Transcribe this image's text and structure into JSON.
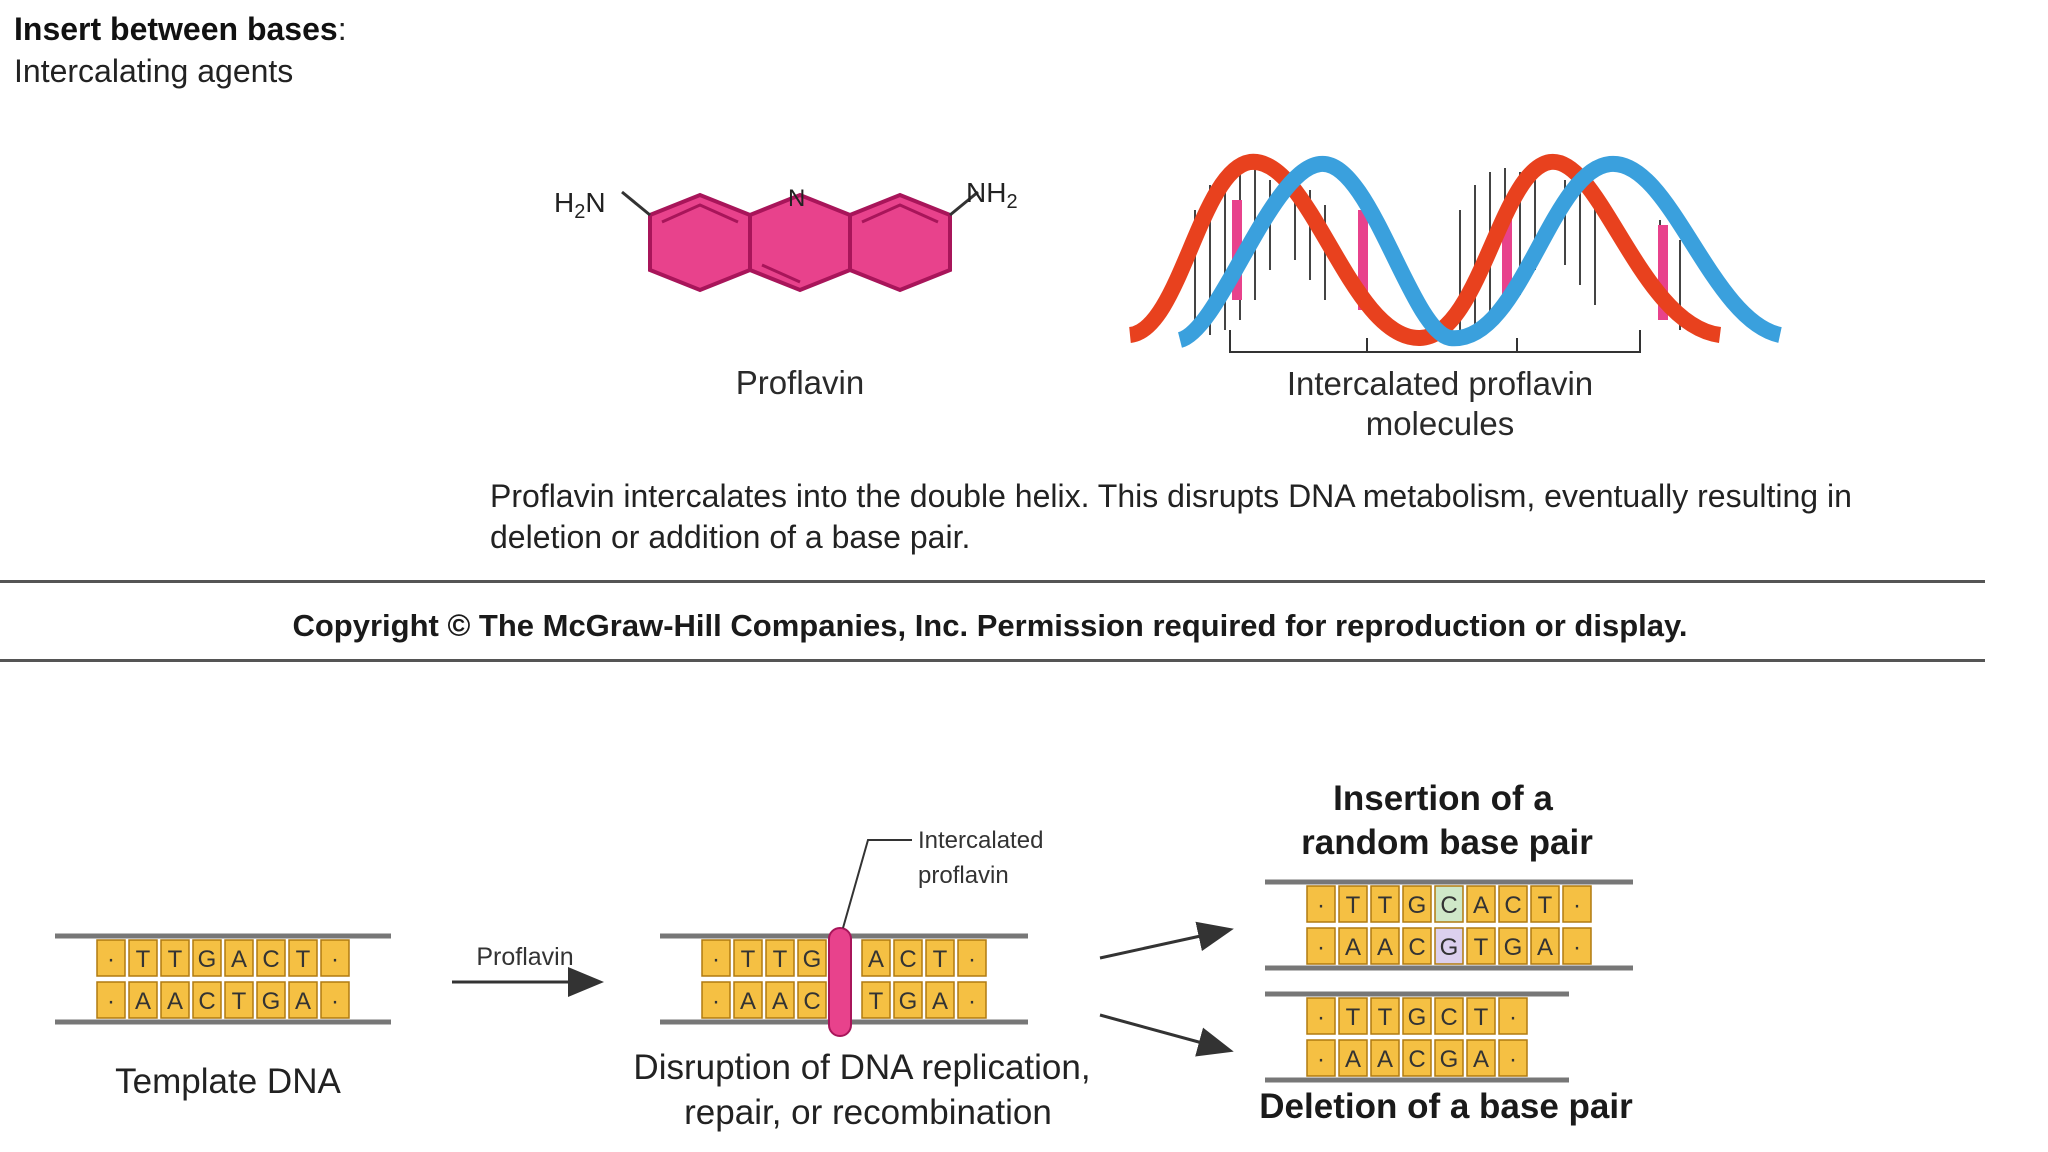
{
  "header": {
    "title": "Insert between bases",
    "title_suffix": ":",
    "subtitle": "Intercalating agents"
  },
  "molecule": {
    "left_group": "H2N",
    "right_group": "NH2",
    "ring_atom": "N",
    "caption": "Proflavin",
    "color": "#e8428c"
  },
  "helix": {
    "caption_line1": "Intercalated proflavin",
    "caption_line2": "molecules",
    "strand_colors": [
      "#e8411e",
      "#3aa0dd"
    ]
  },
  "description": {
    "line1": "Proflavin intercalates into the double helix. This disrupts DNA metabolism, eventually resulting in",
    "line2": "deletion or addition of a base pair."
  },
  "copyright": "Copyright © The McGraw-Hill Companies, Inc. Permission required for reproduction or display.",
  "steps": {
    "template": {
      "caption": "Template DNA",
      "top": [
        "T",
        "T",
        "G",
        "A",
        "C",
        "T"
      ],
      "bottom": [
        "A",
        "A",
        "C",
        "T",
        "G",
        "A"
      ]
    },
    "arrow_label": "Proflavin",
    "disruption": {
      "caption_line1": "Disruption of DNA replication,",
      "caption_line2": "repair, or recombination",
      "callout_line1": "Intercalated",
      "callout_line2": "proflavin",
      "top_left": [
        "T",
        "T",
        "G"
      ],
      "bottom_left": [
        "A",
        "A",
        "C"
      ],
      "top_right": [
        "A",
        "C",
        "T"
      ],
      "bottom_right": [
        "T",
        "G",
        "A"
      ]
    },
    "insertion": {
      "title_line1": "Insertion of a",
      "title_line2": "random base pair",
      "top": [
        "T",
        "T",
        "G",
        "C",
        "A",
        "C",
        "T"
      ],
      "bottom": [
        "A",
        "A",
        "C",
        "G",
        "T",
        "G",
        "A"
      ]
    },
    "deletion": {
      "title": "Deletion of a base pair",
      "top": [
        "T",
        "T",
        "G",
        "C",
        "T"
      ],
      "bottom": [
        "A",
        "A",
        "C",
        "G",
        "A"
      ]
    }
  },
  "colors": {
    "base_fill": "#f5c043",
    "base_stroke": "#b07a10",
    "backbone": "#777777",
    "inserted_top": "#cfe8c8",
    "inserted_bottom": "#dcd0ee"
  }
}
